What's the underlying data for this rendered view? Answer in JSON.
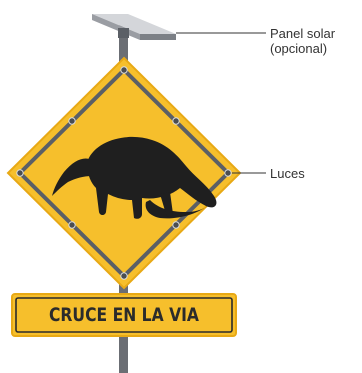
{
  "labels": {
    "solar_panel_line1": "Panel solar",
    "solar_panel_line2": "(opcional)",
    "lights": "Luces"
  },
  "plate": {
    "text": "CRUCE EN LA VIA"
  },
  "icons": {
    "animal": "anteater-silhouette-icon"
  },
  "colors": {
    "sign_yellow": "#f6bf2c",
    "frame_gray": "#5b5f66",
    "pole_gray": "#6b6e74",
    "panel_gray": "#c9cbcf",
    "animal_black": "#1f1f1f"
  }
}
